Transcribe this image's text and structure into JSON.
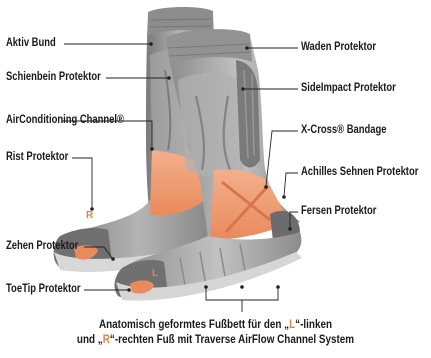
{
  "labels": {
    "aktiv_bund": "Aktiv Bund",
    "schienbein": "Schienbein Protektor",
    "airconditioning": "AirConditioning Channel®",
    "rist": "Rist Protektor",
    "zehen": "Zehen Protektor",
    "toetip": "ToeTip Protektor",
    "waden": "Waden Protektor",
    "sideimpact": "SideImpact Protektor",
    "xcross": "X-Cross® Bandage",
    "achilles": "Achilles Sehnen Protektor",
    "fersen": "Fersen Protektor"
  },
  "caption": {
    "line1_a": "Anatomisch geformtes Fußbett für den „",
    "line1_l": "L",
    "line1_b": "“-linken",
    "line2_a": "und „",
    "line2_r": "R",
    "line2_b": "“-rechten Fuß mit Traverse AirFlow Channel System"
  },
  "sock_marks": {
    "left_sock_letter": "R",
    "right_sock_letter": "L"
  },
  "colors": {
    "sock_gray": "#9c9c9c",
    "sock_dark": "#6e6e6e",
    "sock_light": "#c9c9c9",
    "protector_orange": "#f0a17a",
    "accent_orange": "#e4833f",
    "leader": "#222222"
  }
}
